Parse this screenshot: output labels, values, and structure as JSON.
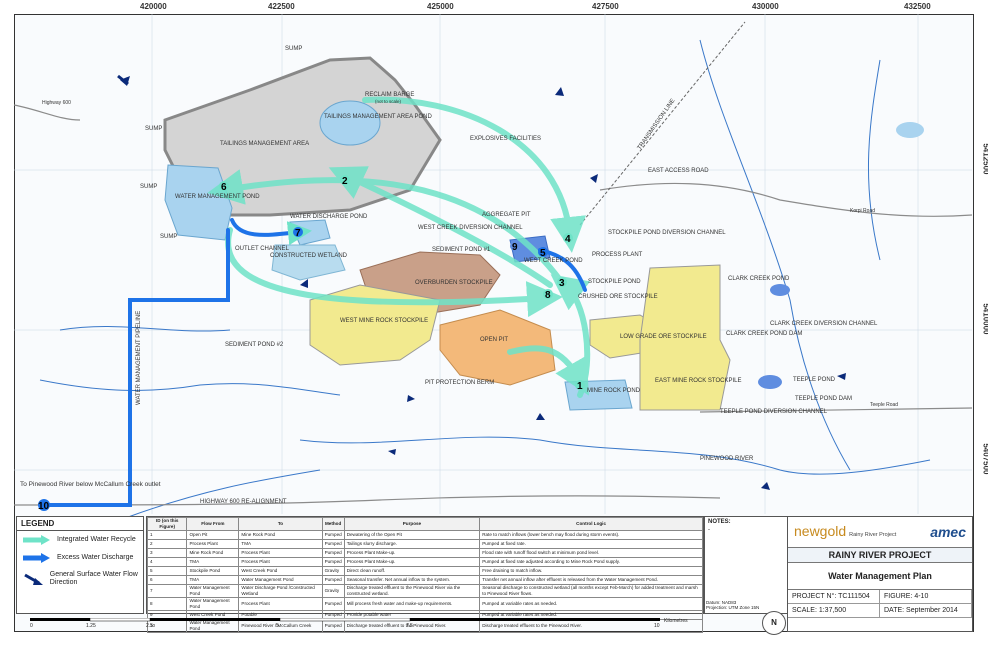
{
  "grid": {
    "eastings": [
      "420000",
      "422500",
      "425000",
      "427500",
      "430000",
      "432500"
    ],
    "northings": [
      "5412500",
      "5410000",
      "5407500"
    ]
  },
  "map_labels": {
    "reclaim_barge": "RECLAIM BARGE",
    "not_to_scale": "(not to scale)",
    "tma_pond": "TAILINGS MANAGEMENT AREA POND",
    "tma": "TAILINGS MANAGEMENT AREA",
    "explosives": "EXPLOSIVES FACILITIES",
    "transmission": "TRANSMISSION LINE",
    "east_access": "EAST ACCESS ROAD",
    "wmp": "WATER MANAGEMENT POND",
    "water_discharge_pond": "WATER DISCHARGE POND",
    "outlet_channel": "OUTLET CHANNEL",
    "constructed_wetland": "CONSTRUCTED WETLAND",
    "aggregate_pit": "AGGREGATE PIT",
    "wc_diversion": "WEST CREEK DIVERSION CHANNEL",
    "sediment_pond1": "SEDIMENT POND #1",
    "overburden": "OVERBURDEN STOCKPILE",
    "west_creek_pond": "WEST CREEK POND",
    "process_plant": "PROCESS PLANT",
    "stockpile_div": "STOCKPILE POND DIVERSION CHANNEL",
    "stockpile_pond": "STOCKPILE POND",
    "crushed_ore": "CRUSHED ORE STOCKPILE",
    "wmrs": "WEST MINE ROCK STOCKPILE",
    "open_pit": "OPEN PIT",
    "lgos": "LOW GRADE ORE STOCKPILE",
    "emrs": "EAST MINE ROCK STOCKPILE",
    "mine_rock_pond": "MINE ROCK POND",
    "pit_berm": "PIT PROTECTION BERM",
    "sediment_pond2": "SEDIMENT POND #2",
    "clark_creek_pond": "CLARK CREEK POND",
    "clark_pond_dam": "CLARK CREEK POND DAM",
    "clark_div": "CLARK CREEK DIVERSION CHANNEL",
    "teeple_pond": "TEEPLE POND",
    "teeple_dam": "TEEPLE POND DAM",
    "teeple_div": "TEEPLE POND DIVERSION CHANNEL",
    "wm_pipeline": "WATER MANAGEMENT PIPELINE",
    "highway600": "HIGHWAY 600 RE-ALIGNMENT",
    "pinewood_out": "To Pinewood River below McCallum Creek outlet",
    "pinewood_river": "PINEWOOD RIVER",
    "sump": "SUMP",
    "highway_label": "Highway 600",
    "korpi": "Korpi Road",
    "teeple_road": "Teeple Road"
  },
  "markers": [
    "1",
    "2",
    "3",
    "4",
    "5",
    "6",
    "7",
    "8",
    "9",
    "10"
  ],
  "legend": {
    "title": "LEGEND",
    "items": [
      {
        "label": "Integrated Water Recycle",
        "color": "#6fe3c8"
      },
      {
        "label": "Excess Water Discharge",
        "color": "#1e73e8"
      },
      {
        "label": "General Surface Water Flow Direction",
        "color": "#0b2a7a"
      }
    ]
  },
  "flow_table": {
    "headers": [
      "ID (on this Figure)",
      "Flow From",
      "To",
      "Method",
      "Purpose",
      "Control Logic"
    ],
    "rows": [
      [
        "1",
        "Open Pit",
        "Mine Rock Pond",
        "Pumped",
        "Dewatering of the Open Pit",
        "Rate to match inflows (lower bench may flood during storm events)."
      ],
      [
        "2",
        "Process Plant",
        "TMA",
        "Pumped",
        "Tailings slurry discharge.",
        "Pumped at fixed rate."
      ],
      [
        "3",
        "Mine Rock Pond",
        "Process Plant",
        "Pumped",
        "Process Plant Make-up.",
        "Flood rate with runoff flood switch at minimum pond level."
      ],
      [
        "4",
        "TMA",
        "Process Plant",
        "Pumped",
        "Process Plant Make-up.",
        "Pumped at fixed rate adjusted according to Mine Rock Pond supply."
      ],
      [
        "5",
        "Stockpile Pond",
        "West Creek Pond",
        "Gravity",
        "Direct clean runoff.",
        "Free draining to match inflow."
      ],
      [
        "6",
        "TMA",
        "Water Management Pond",
        "Pumped",
        "Seasonal transfer. Net annual inflow to the system.",
        "Transfer net annual inflow after effluent is released from the Water Management Pond."
      ],
      [
        "7",
        "Water Management Pond",
        "Water Discharge Pond /Constructed Wetland",
        "Gravity",
        "Discharge treated effluent to the Pinewood River via the constructed wetland.",
        "Seasonal discharge to constructed wetland (all months except Feb-March) for added treatment and marsh to Pinewood River flows."
      ],
      [
        "8",
        "Water Management Pond",
        "Process Plant",
        "Pumped",
        "Mill process fresh water and make-up requirements.",
        "Pumped at variable rates as needed."
      ],
      [
        "9",
        "West Creek Pond",
        "Potable",
        "Pumped",
        "Provide potable water",
        "Pumped at variable rates as needed."
      ],
      [
        "10",
        "Water Management Pond",
        "Pinewood River / McCallum Creek",
        "Pumped",
        "Discharge treated effluent to the Pinewood River.",
        "Discharge treated effluent to the Pinewood River."
      ]
    ]
  },
  "notes": {
    "title": "NOTES:",
    "body": "-"
  },
  "datum": {
    "line1": "Datum: NAD83",
    "line2": "Projection: UTM Zone 15N"
  },
  "title_block": {
    "logo1": "newgold",
    "logo1_sub": "Rainy River Project",
    "logo2": "amec",
    "project": "RAINY RIVER PROJECT",
    "title": "Water Management Plan",
    "project_no_label": "PROJECT N°: TC111504",
    "figure": "FIGURE: 4-10",
    "scale": "SCALE: 1:37,500",
    "date": "DATE: September 2014"
  },
  "scale_bar": {
    "ticks": [
      "0",
      "1.25",
      "2.5",
      "5",
      "7.5",
      "10"
    ],
    "unit": "Kilometres"
  },
  "north": "N"
}
